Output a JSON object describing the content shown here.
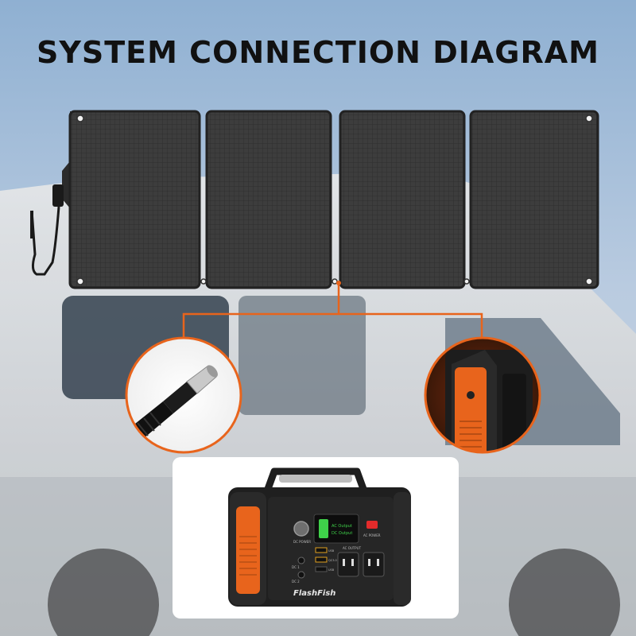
{
  "title": "SYSTEM CONNECTION DIAGRAM",
  "brand": "FlashFish",
  "power_station": {
    "screen_line1": "AC Output",
    "screen_line2": "DC Output",
    "dc_power_label": "DC POWER",
    "ac_power_label": "AC POWER",
    "ac_output_label": "AC OUTPUT",
    "dc_labels": [
      "DC 1",
      "DC 2"
    ],
    "usb_labels": [
      "USB",
      "QC3.0",
      "USB"
    ]
  },
  "colors": {
    "accent": "#e8641c",
    "sky_top": "#9fb8d4",
    "sky_bottom": "#c7d3e0",
    "panel": "#3c3c3c",
    "van": "#d7dadd"
  },
  "icons": [
    "dc-plug-icon",
    "input-port-icon"
  ]
}
